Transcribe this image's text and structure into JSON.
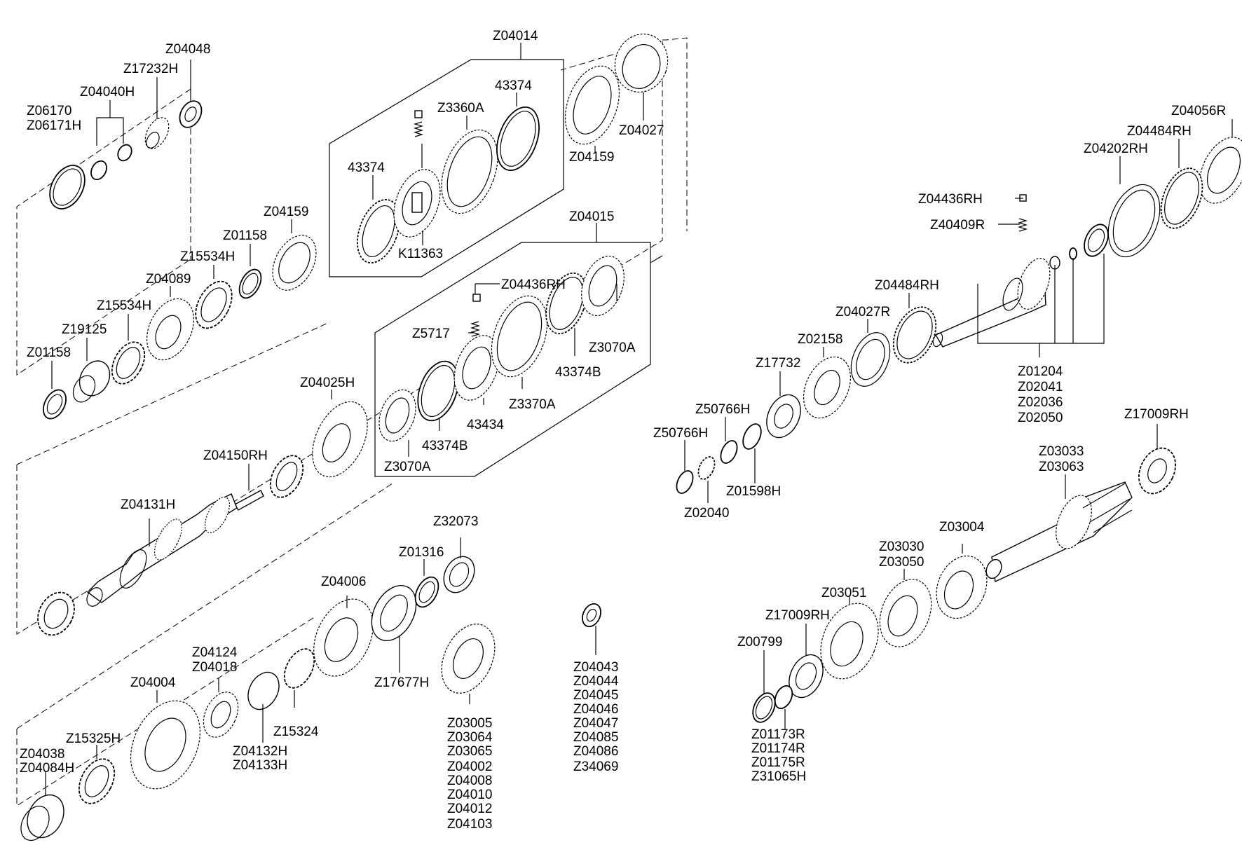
{
  "callouts": {
    "z04048": "Z04048",
    "z17232h": "Z17232H",
    "z04040h": "Z04040H",
    "z06170": "Z06170",
    "z06171h": "Z06171H",
    "z04014": "Z04014",
    "z43374_a": "43374",
    "z3360a": "Z3360A",
    "z43374_b": "43374",
    "k11363": "K11363",
    "z04159_top": "Z04159",
    "z04027": "Z04027",
    "z04159_mid": "Z04159",
    "z01158_mid": "Z01158",
    "z15534h_a": "Z15534H",
    "z04089": "Z04089",
    "z15534h_b": "Z15534H",
    "z19125": "Z19125",
    "z01158_left": "Z01158",
    "z04015": "Z04015",
    "z04436rh_mid": "Z04436RH",
    "z5717": "Z5717",
    "z3070a_right": "Z3070A",
    "z43374b_right": "43374B",
    "z3370a": "Z3370A",
    "z43434": "43434",
    "z43374b_left": "43374B",
    "z3070a_left": "Z3070A",
    "z04025h": "Z04025H",
    "z04150rh": "Z04150RH",
    "z04131h": "Z04131H",
    "z32073": "Z32073",
    "z01316": "Z01316",
    "z04006": "Z04006",
    "z17677h": "Z17677H",
    "z04124": "Z04124",
    "z04018": "Z04018",
    "z04004": "Z04004",
    "z15324": "Z15324",
    "z04132h": "Z04132H",
    "z04133h": "Z04133H",
    "z15325h": "Z15325H",
    "z04038": "Z04038",
    "z04084h": "Z04084H",
    "z04056r": "Z04056R",
    "z04484rh_top": "Z04484RH",
    "z04202rh": "Z04202RH",
    "z04436rh_right": "Z04436RH",
    "z40409r": "Z40409R",
    "z04484rh_mid": "Z04484RH",
    "z04027r": "Z04027R",
    "z02158": "Z02158",
    "z17732": "Z17732",
    "z50766h_a": "Z50766H",
    "z50766h_b": "Z50766H",
    "z01598h": "Z01598H",
    "z02040": "Z02040",
    "z17009rh_top": "Z17009RH",
    "z03033": "Z03033",
    "z03063": "Z03063",
    "z03004": "Z03004",
    "z03030": "Z03030",
    "z03050": "Z03050",
    "z03051": "Z03051",
    "z17009rh_low": "Z17009RH",
    "z00799": "Z00799"
  },
  "groups": {
    "shaft_parts": [
      "Z01204",
      "Z02041",
      "Z02036",
      "Z02050"
    ],
    "gear_parts": [
      "Z03005",
      "Z03064",
      "Z03065",
      "Z04002",
      "Z04008",
      "Z04010",
      "Z04012",
      "Z04103"
    ],
    "washer_parts": [
      "Z04043",
      "Z04044",
      "Z04045",
      "Z04046",
      "Z04047",
      "Z04085",
      "Z04086",
      "Z34069"
    ],
    "snap_ring_parts": [
      "Z01173R",
      "Z01174R",
      "Z01175R",
      "Z31065H"
    ]
  }
}
